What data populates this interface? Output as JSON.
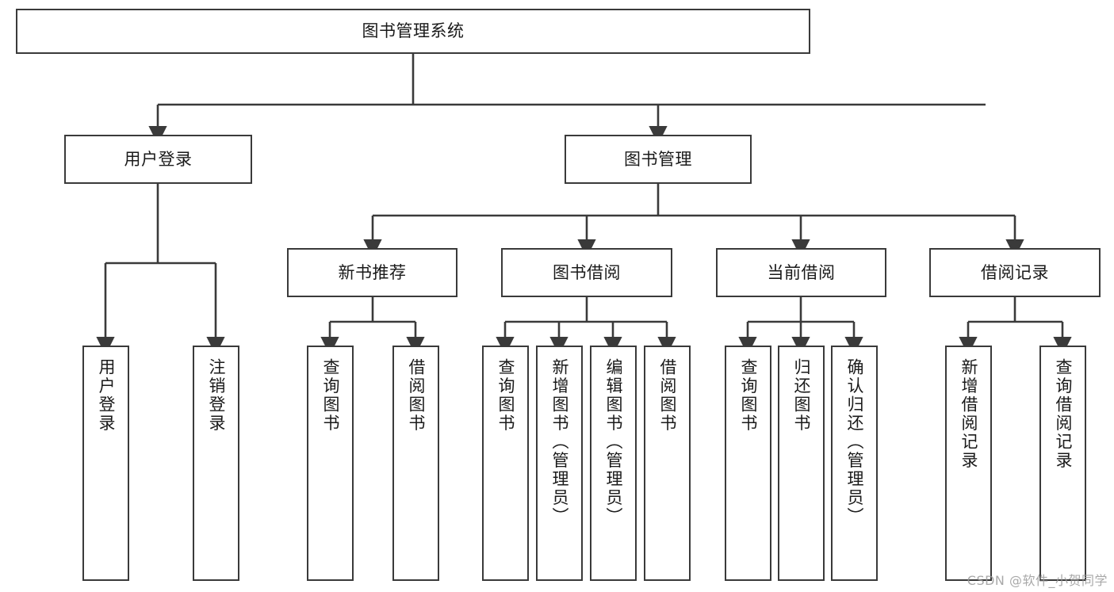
{
  "diagram": {
    "title": "图书管理系统",
    "watermark": "CSDN @软件_小贺同学",
    "line_color": "#3a3a3a",
    "box_fill": "#ffffff",
    "text_color": "#1a1a1a",
    "root": {
      "label": "图书管理系统"
    },
    "level1": [
      {
        "id": "user-login",
        "label": "用户登录"
      },
      {
        "id": "book-manage",
        "label": "图书管理"
      }
    ],
    "level2": [
      {
        "id": "new-book-rec",
        "label": "新书推荐",
        "parent": "book-manage"
      },
      {
        "id": "book-borrow",
        "label": "图书借阅",
        "parent": "book-manage"
      },
      {
        "id": "current-borrow",
        "label": "当前借阅",
        "parent": "book-manage"
      },
      {
        "id": "borrow-record",
        "label": "借阅记录",
        "parent": "book-manage"
      }
    ],
    "leaves": [
      {
        "id": "leaf-user-login",
        "label": "用户登录",
        "parent": "user-login"
      },
      {
        "id": "leaf-logout",
        "label": "注销登录",
        "parent": "user-login"
      },
      {
        "id": "leaf-query-book-1",
        "label": "查询图书",
        "parent": "new-book-rec"
      },
      {
        "id": "leaf-borrow-book-1",
        "label": "借阅图书",
        "parent": "new-book-rec"
      },
      {
        "id": "leaf-query-book-2",
        "label": "查询图书",
        "parent": "book-borrow"
      },
      {
        "id": "leaf-add-book",
        "label": "新增图书（管理员）",
        "parent": "book-borrow"
      },
      {
        "id": "leaf-edit-book",
        "label": "编辑图书（管理员）",
        "parent": "book-borrow"
      },
      {
        "id": "leaf-borrow-book-2",
        "label": "借阅图书",
        "parent": "book-borrow"
      },
      {
        "id": "leaf-query-book-3",
        "label": "查询图书",
        "parent": "current-borrow"
      },
      {
        "id": "leaf-return-book",
        "label": "归还图书",
        "parent": "current-borrow"
      },
      {
        "id": "leaf-confirm-return",
        "label": "确认归还（管理员）",
        "parent": "current-borrow"
      },
      {
        "id": "leaf-add-record",
        "label": "新增借阅记录",
        "parent": "borrow-record"
      },
      {
        "id": "leaf-query-record",
        "label": "查询借阅记录",
        "parent": "borrow-record"
      }
    ]
  }
}
